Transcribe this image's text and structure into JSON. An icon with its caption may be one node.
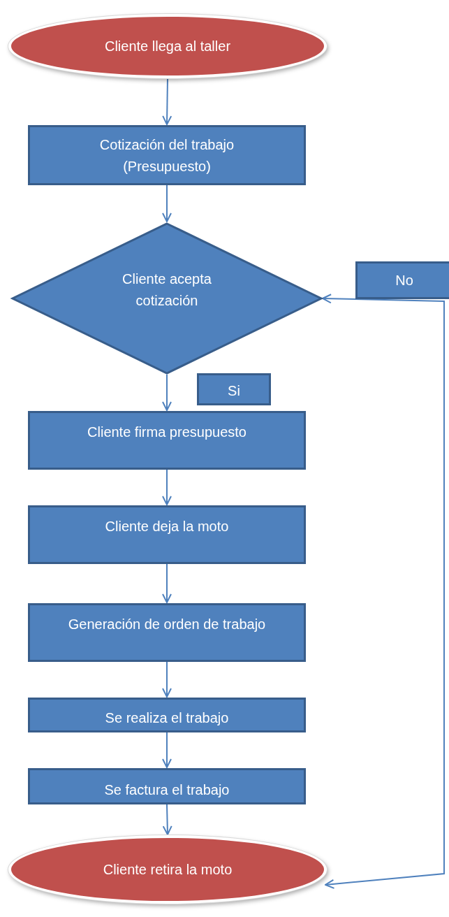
{
  "diagram": {
    "nodes": [
      {
        "text": [
          "Cliente llega al taller"
        ]
      },
      {
        "text": [
          "Cotización del trabajo (Presupuesto)"
        ]
      },
      {
        "text": [
          "Cliente acepta cotización"
        ]
      },
      {
        "text": [
          "No"
        ]
      },
      {
        "text": [
          "Si"
        ]
      },
      {
        "text": [
          "Cliente firma presupuesto"
        ]
      },
      {
        "text": [
          "Cliente deja la moto"
        ]
      },
      {
        "text": [
          "Generación de orden de trabajo"
        ]
      },
      {
        "text": [
          "Se realiza el trabajo"
        ]
      },
      {
        "text": [
          "Se factura el trabajo"
        ]
      },
      {
        "text": [
          "Cliente retira la moto"
        ]
      }
    ],
    "edges": [
      {
        "from": 0,
        "to": 1,
        "arrow": "to"
      },
      {
        "from": 1,
        "to": 2,
        "arrow": "to"
      },
      {
        "from": 2,
        "to": 5,
        "arrow": "to"
      },
      {
        "from": 5,
        "to": 6,
        "arrow": "to"
      },
      {
        "from": 6,
        "to": 7,
        "arrow": "to"
      },
      {
        "from": 7,
        "to": 8,
        "arrow": "to"
      },
      {
        "from": 8,
        "to": 9,
        "arrow": "to"
      },
      {
        "from": 9,
        "to": 10,
        "arrow": "to"
      },
      {
        "from": 2,
        "to": 10,
        "arrow": "both"
      }
    ]
  }
}
